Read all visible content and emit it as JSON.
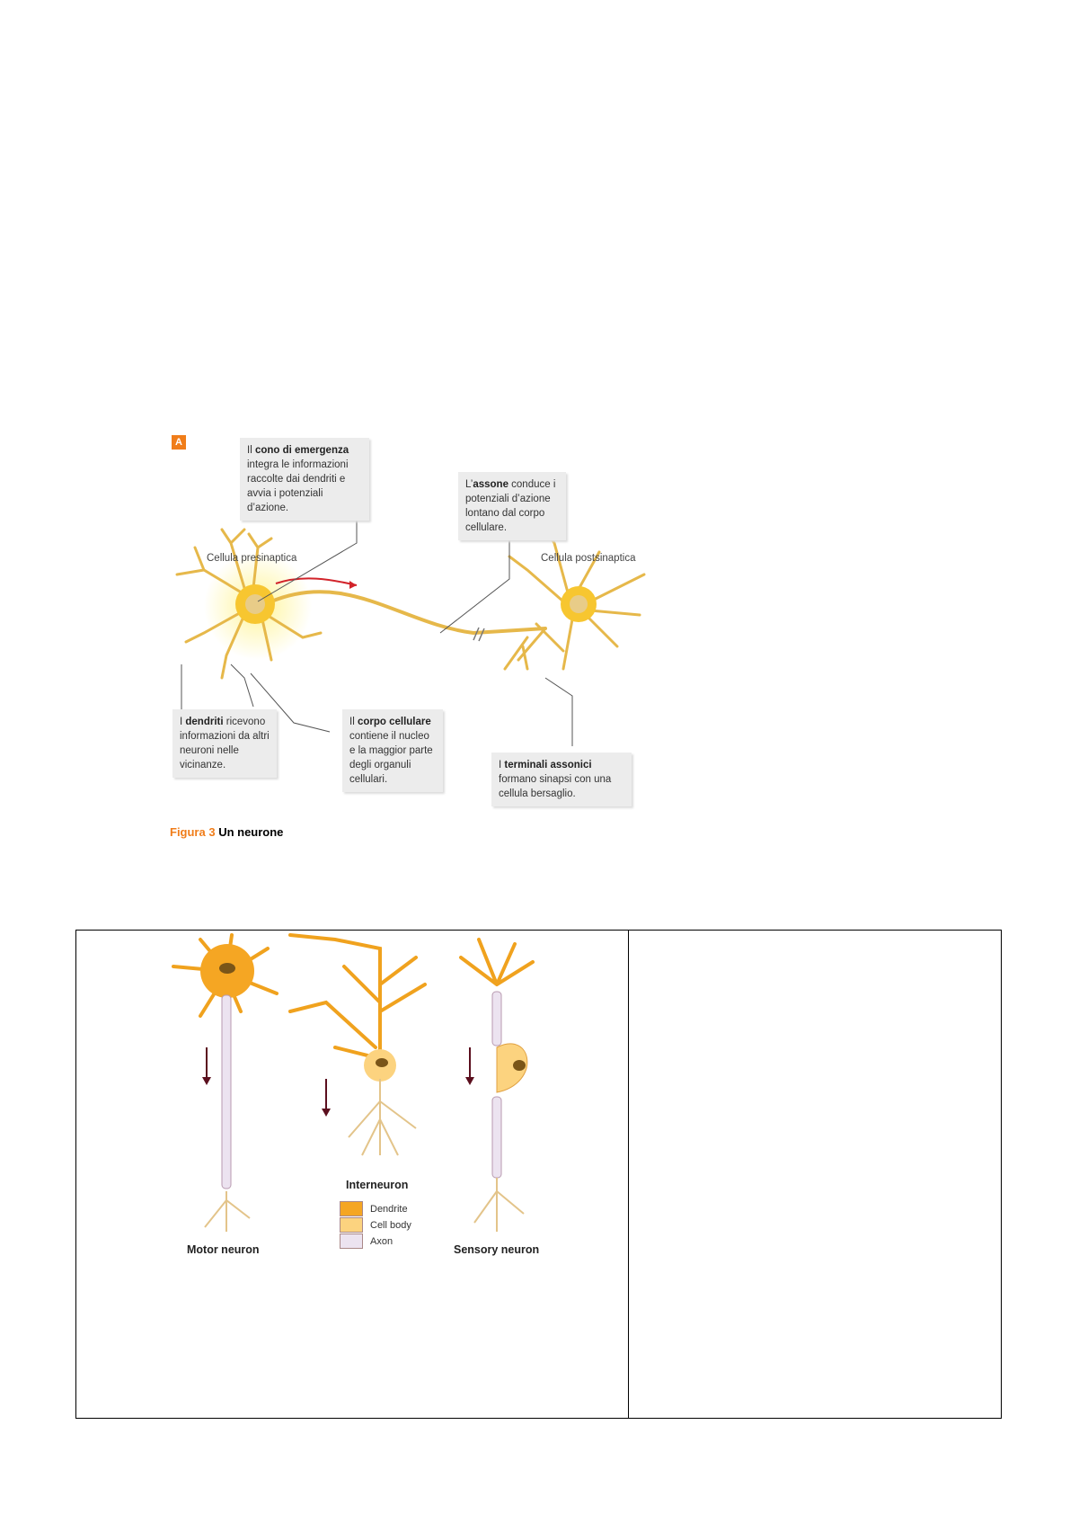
{
  "figure3": {
    "badge": "A",
    "cono": {
      "pre": "Il ",
      "bold": "cono di emergenza",
      "rest": " integra le informazioni raccolte dai dendriti e avvia i potenziali d’azione."
    },
    "assone": {
      "pre": "L’",
      "bold": "assone",
      "rest": " conduce i potenziali d’azione lontano dal corpo cellulare."
    },
    "presinaptica": "Cellula presinaptica",
    "postsinaptica": "Cellula postsinaptica",
    "dendriti": {
      "pre": "I ",
      "bold": "dendriti",
      "rest": " ricevono informazioni da altri neuroni nelle vicinanze."
    },
    "corpo": {
      "pre": "Il ",
      "bold": "corpo cellulare",
      "rest": " contiene il nucleo e la maggior parte degli organuli cellulari."
    },
    "terminali": {
      "pre": "I ",
      "bold": "terminali assonici",
      "rest": " formano sinapsi con una cellula bersaglio."
    },
    "caption_num": "Figura 3",
    "caption_text": " Un neurone"
  },
  "neuron_types": {
    "motor": "Motor neuron",
    "inter": "Interneuron",
    "sensory": "Sensory neuron",
    "legend": [
      {
        "label": "Dendrite",
        "color": "#f5a623"
      },
      {
        "label": "Cell body",
        "color": "#fcd37f"
      },
      {
        "label": "Axon",
        "color": "#ece3f0"
      }
    ]
  }
}
